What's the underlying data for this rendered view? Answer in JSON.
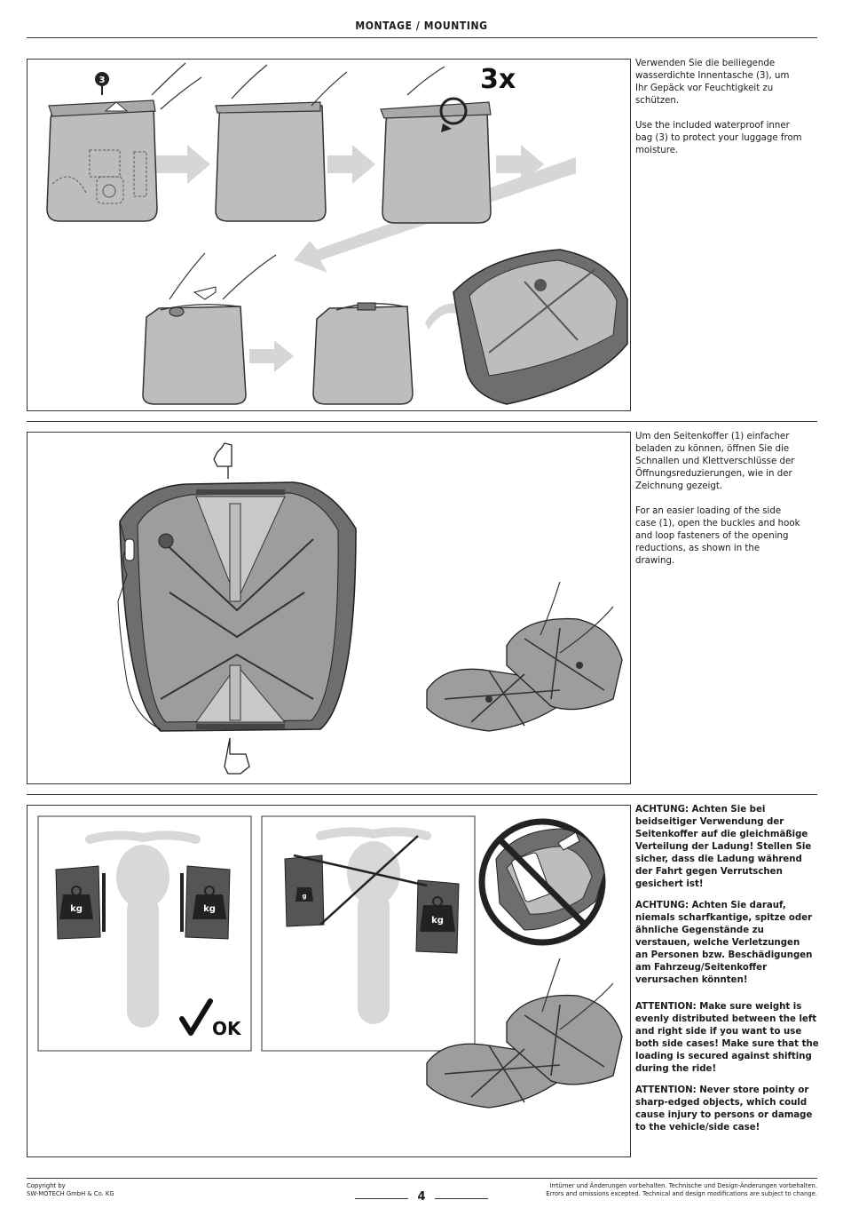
{
  "header": {
    "title": "MONTAGE / MOUNTING"
  },
  "step1": {
    "callout_number": "3",
    "roll_count": "3x",
    "text_de": "Verwenden Sie die beiliegende\nwasserdichte Innentasche (3), um\nIhr Gepäck vor Feuchtigkeit zu\nschützen.",
    "text_en": "Use the included waterproof inner\nbag (3) to protect your luggage from\nmoisture."
  },
  "step2": {
    "text_de": "Um den Seitenkoffer (1) einfacher\nbeladen zu können, öffnen Sie die\nSchnallen und Klettverschlüsse der\nÖffnungsreduzierungen, wie in der\nZeichnung gezeigt.",
    "text_en": "For an easier loading of the side\ncase (1), open the buckles and hook\nand loop fasteners of the opening\nreductions, as shown in the\ndrawing."
  },
  "step3": {
    "weight_label": "kg",
    "small_weight_label": "g",
    "ok_label": "OK",
    "warn_de_1": "ACHTUNG: Achten Sie bei\nbeidseitiger Verwendung der\nSeitenkoffer auf die gleichmäßige\nVerteilung der Ladung! Stellen Sie\nsicher, dass die Ladung während\nder Fahrt gegen Verrutschen\ngesichert ist!",
    "warn_de_2": "ACHTUNG: Achten Sie darauf,\nniemals scharfkantige, spitze oder\nähnliche Gegenstände zu\nverstauen, welche  Verletzungen\nan Personen bzw. Beschädigungen\nam Fahrzeug/Seitenkoffer\nverursachen könnten!",
    "warn_en_1": "ATTENTION: Make sure weight is\nevenly distributed between the left\nand right side if you want to use\nboth side cases! Make sure that the\nloading is secured against shifting\nduring the ride!",
    "warn_en_2": "ATTENTION: Never store pointy or\nsharp-edged objects, which could\ncause injury to persons or damage\nto the vehicle/side case!"
  },
  "footer": {
    "copyright_line1": "Copyright by",
    "copyright_line2": "SW-MOTECH GmbH & Co. KG",
    "page_number": "4",
    "disclaimer_de": "Irrtümer und Änderungen vorbehalten. Technische und Design-Änderungen vorbehalten.",
    "disclaimer_en": "Errors and omissions excepted. Technical and design modifications are subject to change."
  }
}
